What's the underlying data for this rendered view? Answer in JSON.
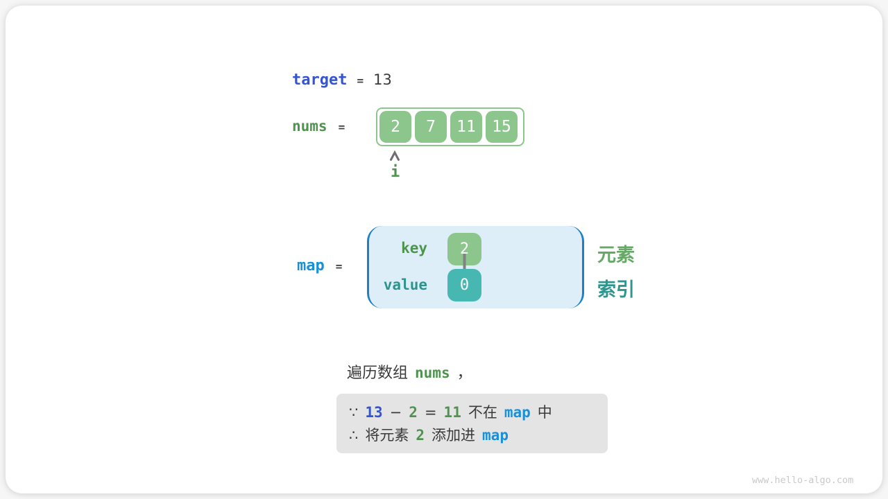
{
  "colors": {
    "royal_blue": "#3454d1",
    "azure": "#1a90d8",
    "green_text": "#4e944e",
    "green_box": "#8cc68c",
    "teal_text": "#2b948c",
    "teal_box": "#46b8b1",
    "dark": "#3a3a3a",
    "map_bg": "#ddeef9",
    "map_border": "#1f7fc4",
    "note_bg": "#e4e4e4"
  },
  "target_row": {
    "label": "target",
    "eq": "=",
    "value": "13"
  },
  "nums_row": {
    "label": "nums",
    "eq": "=",
    "values": [
      "2",
      "7",
      "11",
      "15"
    ],
    "pointer_label": "i"
  },
  "map_row": {
    "label": "map",
    "eq": "=",
    "key_label": "key",
    "key_value": "2",
    "value_label": "value",
    "value_value": "0",
    "side_label_top": "元素",
    "side_label_bottom": "索引"
  },
  "caption": {
    "pre": "遍历数组",
    "code": "nums",
    "post": "，"
  },
  "note": {
    "line1": [
      {
        "text": "∵",
        "style": "dark"
      },
      {
        "text": "13",
        "style": "blue"
      },
      {
        "text": "−",
        "style": "dark"
      },
      {
        "text": "2",
        "style": "green"
      },
      {
        "text": "=",
        "style": "dark"
      },
      {
        "text": "11",
        "style": "green"
      },
      {
        "text": "不在",
        "style": "dark"
      },
      {
        "text": "map",
        "style": "azure"
      },
      {
        "text": "中",
        "style": "dark"
      }
    ],
    "line2": [
      {
        "text": "∴",
        "style": "dark"
      },
      {
        "text": "将元素",
        "style": "dark"
      },
      {
        "text": "2",
        "style": "green"
      },
      {
        "text": "添加进",
        "style": "dark"
      },
      {
        "text": "map",
        "style": "azure"
      }
    ]
  },
  "watermark": "www.hello-algo.com"
}
